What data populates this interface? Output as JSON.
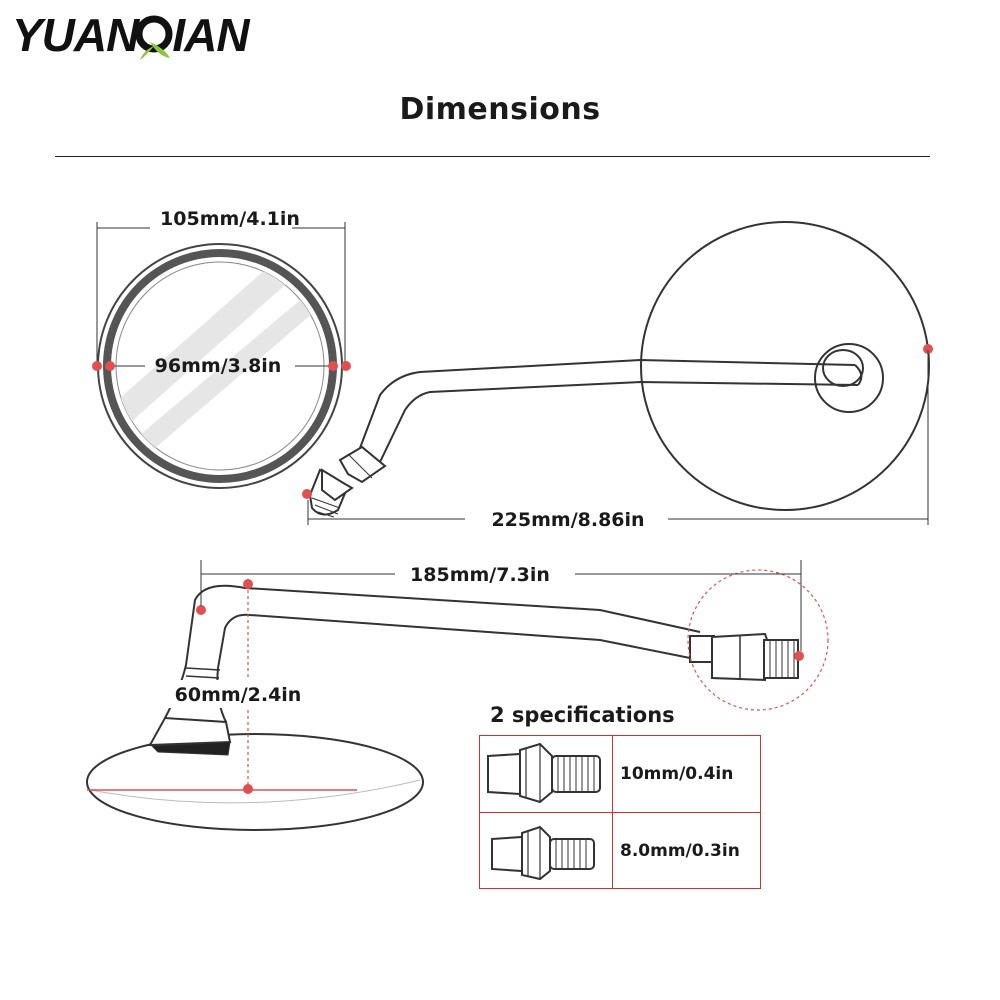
{
  "brand": {
    "logo_left": "YUAN",
    "logo_right": "IAN"
  },
  "title": "Dimensions",
  "dimensions": {
    "outer_diameter": "105mm/4.1in",
    "inner_diameter": "96mm/3.8in",
    "total_length": "225mm/8.86in",
    "arm_length": "185mm/7.3in",
    "height": "60mm/2.4in"
  },
  "specifications": {
    "heading": "2 specifications",
    "rows": [
      {
        "value": "10mm/0.4in"
      },
      {
        "value": "8.0mm/0.3in"
      }
    ]
  },
  "colors": {
    "marker": "#e05050",
    "line": "#222222",
    "logo_green": "#8cc63f"
  }
}
